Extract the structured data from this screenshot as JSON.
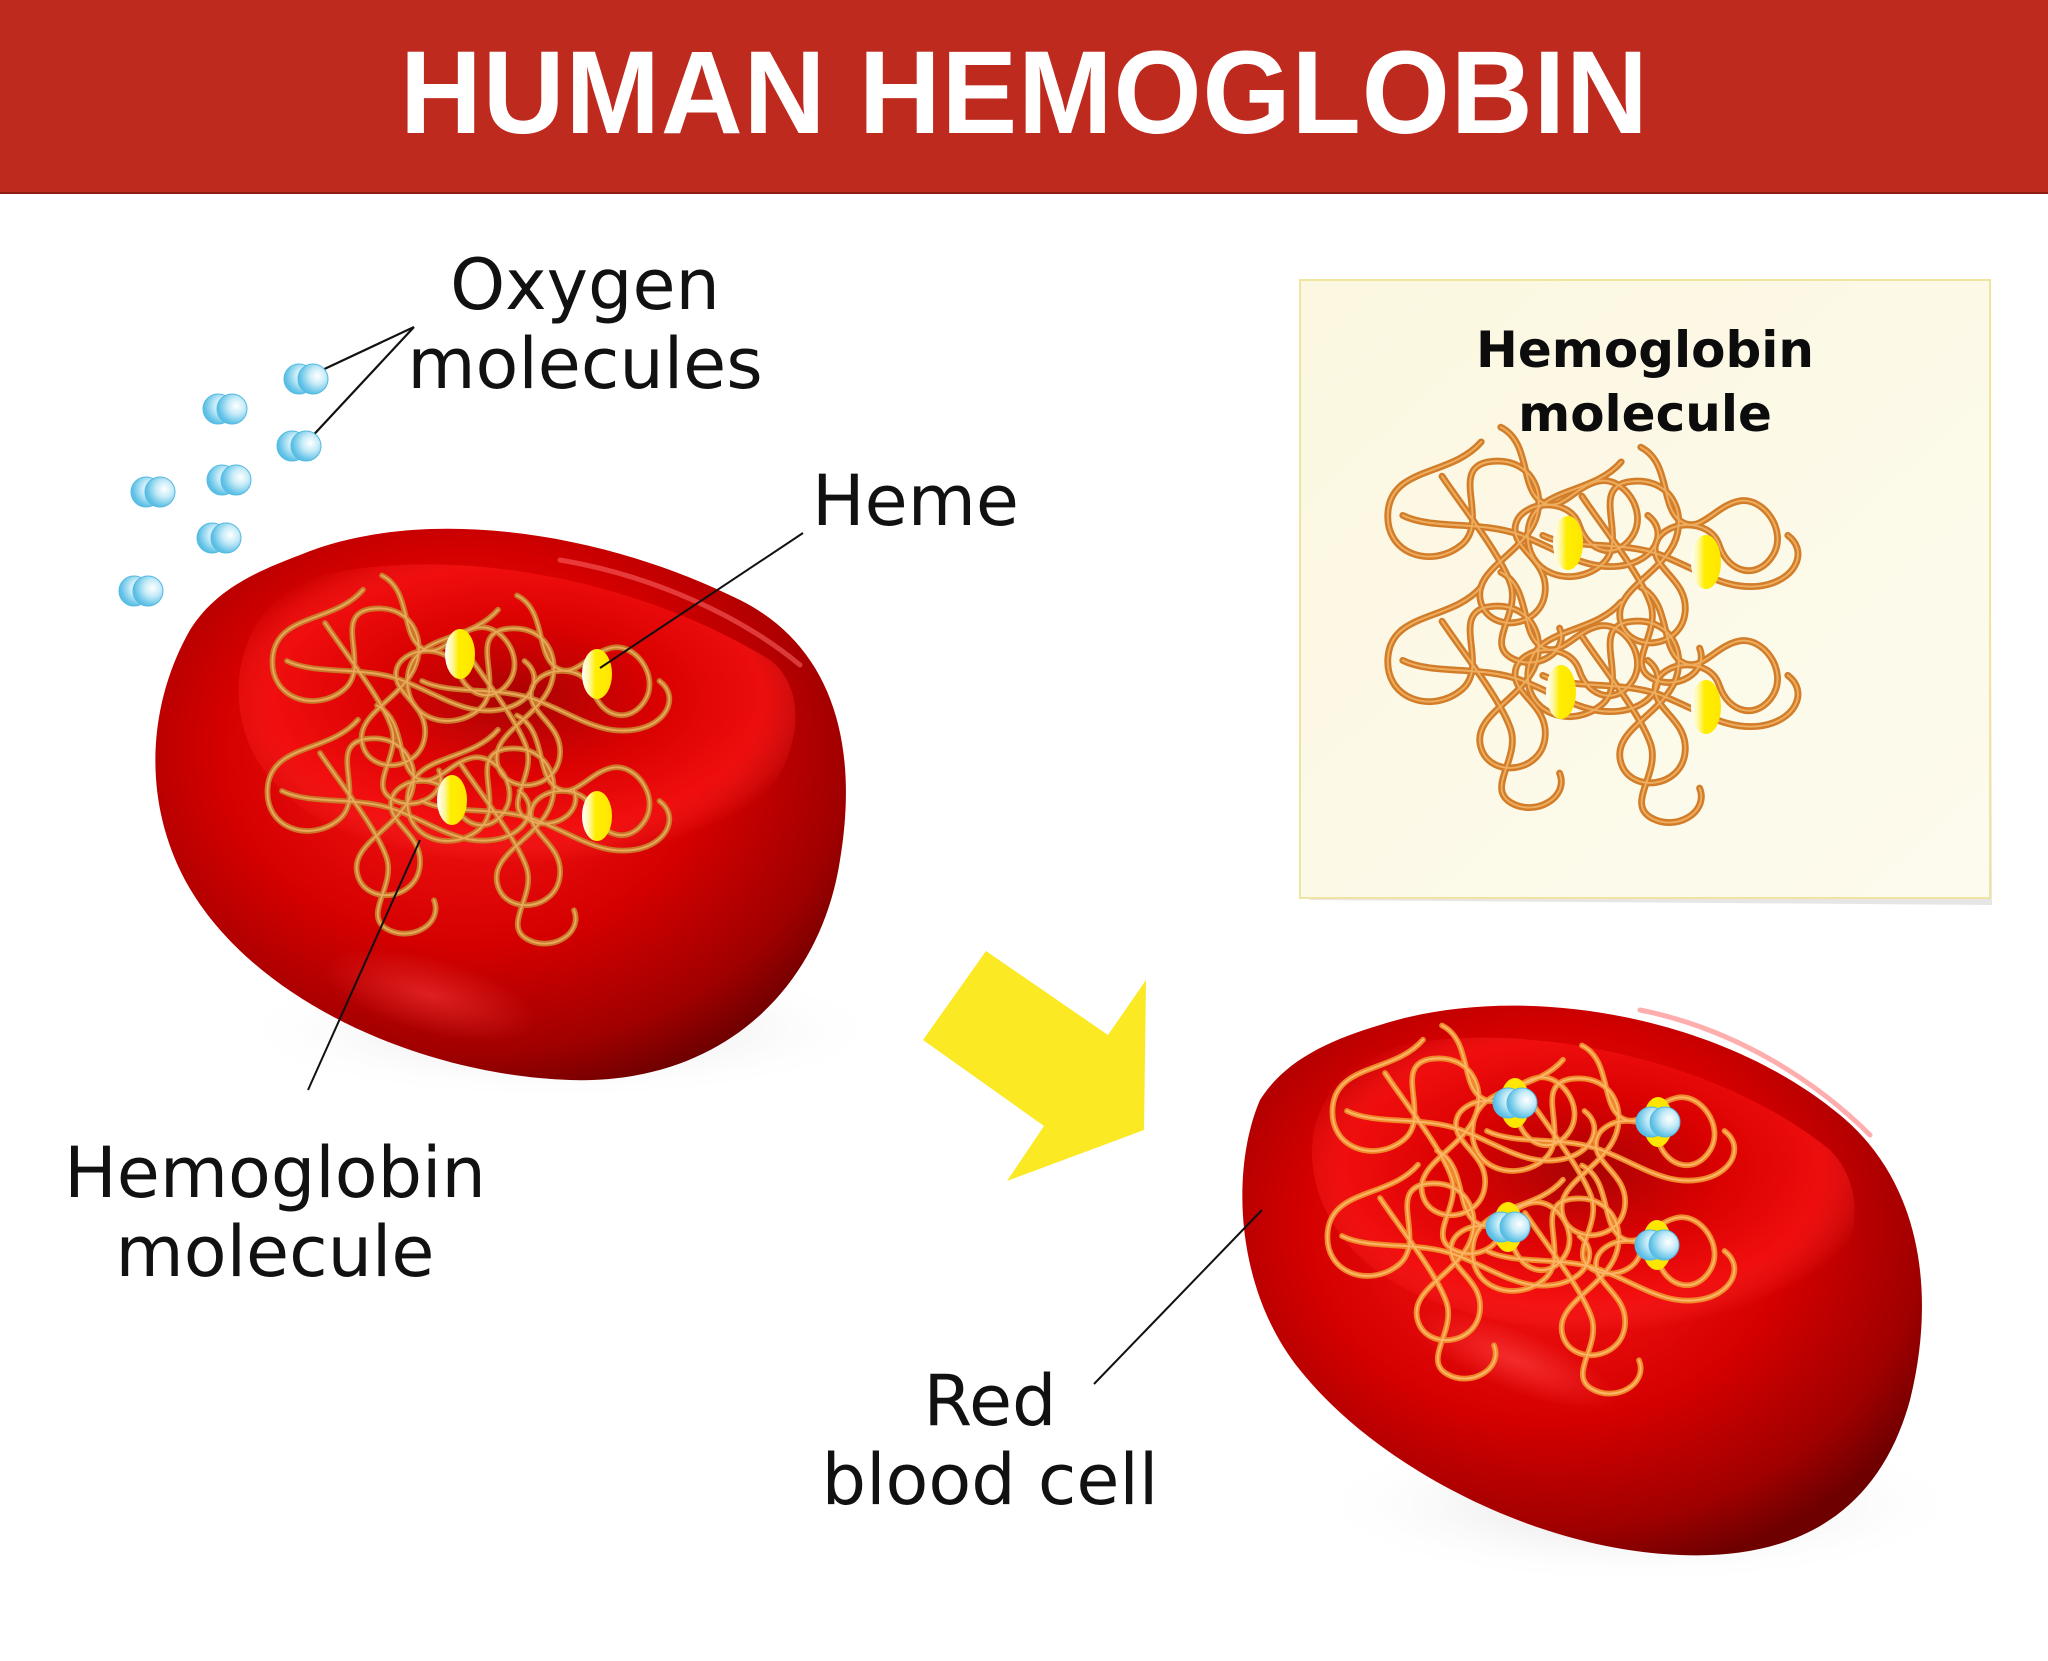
{
  "header": {
    "title": "HUMAN HEMOGLOBIN",
    "background_color": "#bf2a1f",
    "text_color": "#ffffff"
  },
  "labels": {
    "oxygen": {
      "line1": "Oxygen",
      "line2": "molecules"
    },
    "heme": "Heme",
    "hemoglobin": {
      "line1": "Hemoglobin",
      "line2": "molecule"
    },
    "red_blood_cell": {
      "line1": "Red",
      "line2": "blood cell"
    }
  },
  "panel": {
    "title_line1": "Hemoglobin",
    "title_line2": "molecule",
    "background_color": "#fbf8e1",
    "border_color": "#f0e6a6"
  },
  "colors": {
    "cell_red": "#e60000",
    "cell_dark": "#7a0000",
    "globin_chain": "#d9862f",
    "heme_yellow": "#ffea00",
    "oxygen_blue": "#7fd0ee",
    "arrow_yellow": "#fbe924"
  },
  "diagram": {
    "left_cell": {
      "state": "without oxygen",
      "heme_groups": 4
    },
    "right_cell": {
      "state": "oxygen bound",
      "heme_groups": 4,
      "bound_oxygen": 4
    },
    "free_oxygen_molecules": 7,
    "arrow": "transition-arrow"
  }
}
